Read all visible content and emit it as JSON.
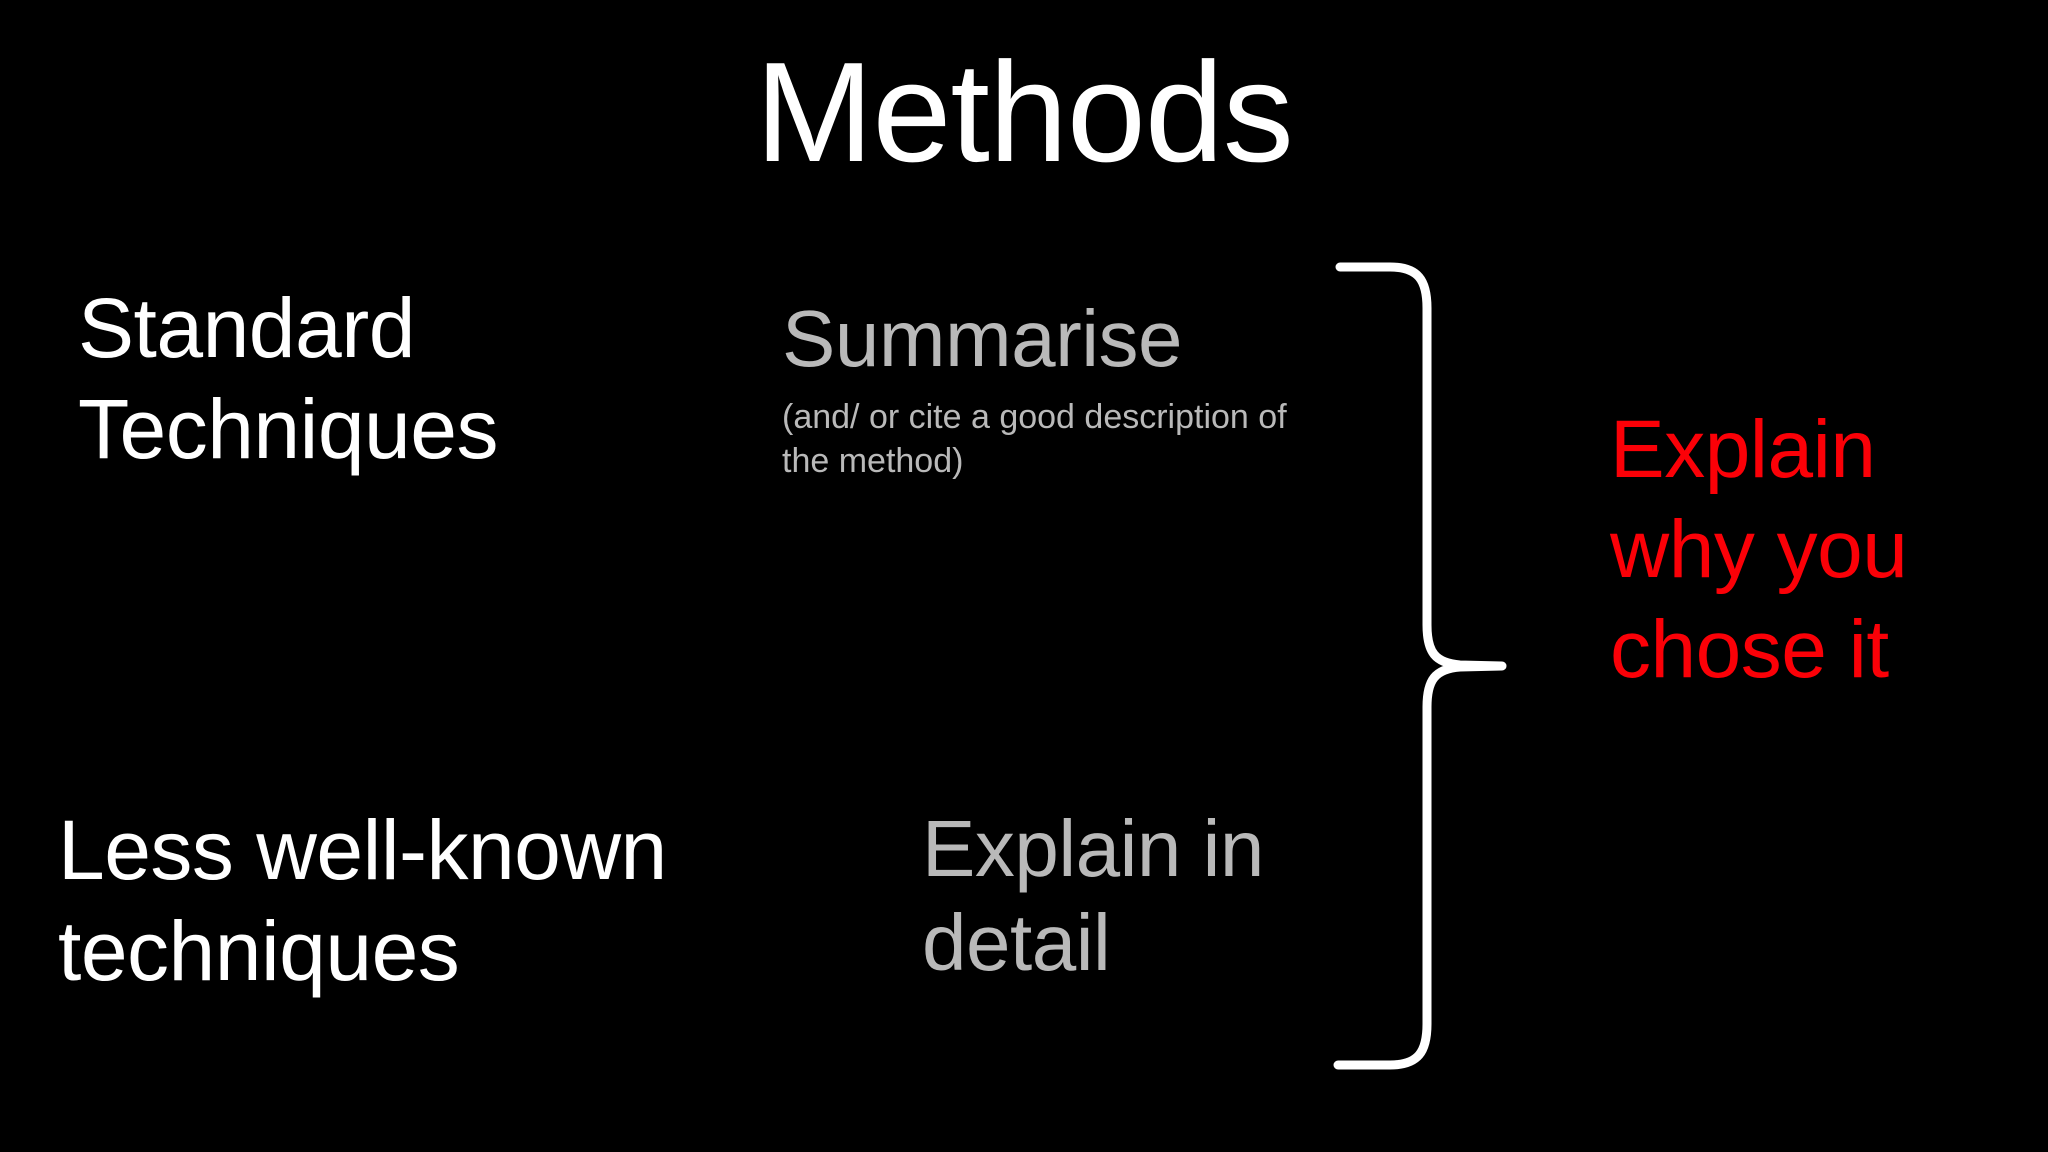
{
  "slide": {
    "background_color": "#000000",
    "title": "Methods",
    "title_color": "#ffffff",
    "left_column": [
      {
        "id": "standard-techniques",
        "text": "Standard Techniques",
        "color": "#ffffff"
      },
      {
        "id": "less-well-known-techniques",
        "text": "Less well-known techniques",
        "color": "#ffffff"
      }
    ],
    "middle_column": [
      {
        "id": "summarise",
        "heading": "Summarise",
        "note": "(and/ or cite a good description of the method)",
        "color": "#b9b9b9"
      },
      {
        "id": "explain-in-detail",
        "heading": "Explain in detail",
        "color": "#b9b9b9"
      }
    ],
    "brace": {
      "id": "right-curly-brace",
      "color": "#ffffff"
    },
    "right_column": {
      "id": "explain-why-you-chose-it",
      "text": "Explain why you chose it",
      "color": "#fb0007"
    }
  }
}
